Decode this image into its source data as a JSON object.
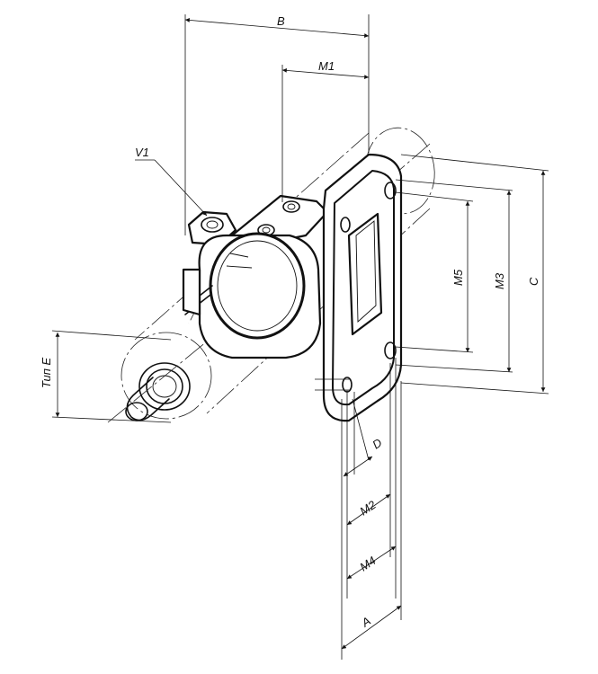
{
  "labels": {
    "B": "B",
    "M1": "M1",
    "V1": "V1",
    "M5": "M5",
    "M3": "M3",
    "C": "C",
    "tip_e": "Тип E",
    "D": "D",
    "M2": "M2",
    "M4": "M4",
    "A": "A"
  }
}
